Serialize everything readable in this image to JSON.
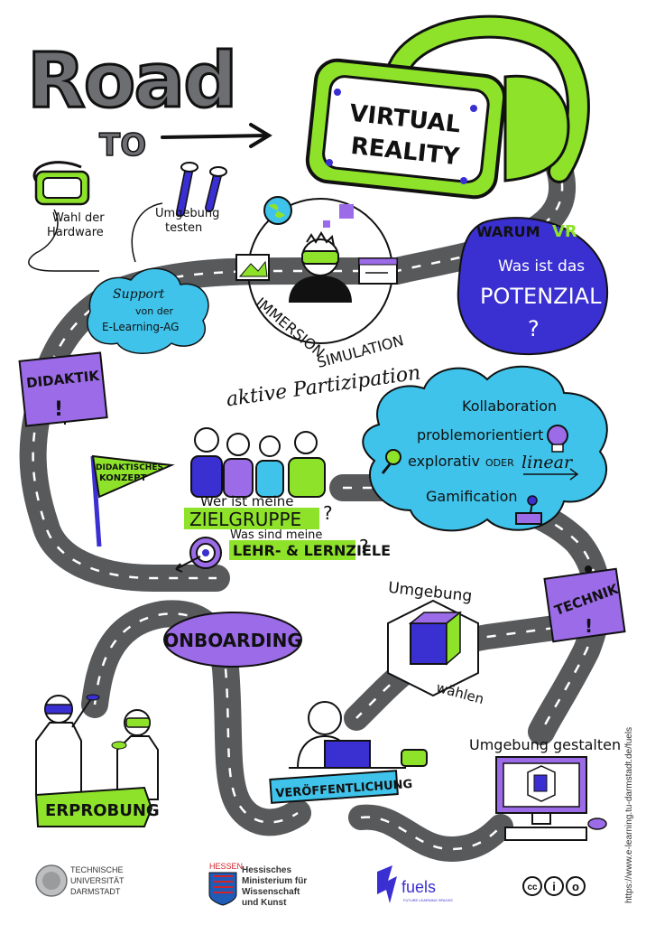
{
  "title": {
    "road": "Road",
    "to": "TO"
  },
  "vr": {
    "line1": "VIRTUAL",
    "line2": "REALITY"
  },
  "steps": {
    "hardware": [
      "Wahl der",
      "Hardware"
    ],
    "environment_test": [
      "Umgebung",
      "testen"
    ],
    "support": [
      "Support",
      "von der",
      "E-Learning-AG"
    ],
    "didaktik": "DIDAKTIK",
    "didaktik_mark": "!",
    "why": {
      "warum": "WARUM",
      "vr": "VR",
      "question": "Was ist das",
      "potential": "POTENZIAL",
      "mark": "?"
    },
    "center_words": {
      "immersion": "IMMERSION",
      "simulation": "SIMULATION",
      "partizipation": "aktive Partizipation"
    },
    "concept_flag": [
      "DIDAKTISCHES",
      "KONZEPT"
    ],
    "cloud_items": [
      "Kollaboration",
      "problemorientiert",
      "explorativ",
      "ODER",
      "linear",
      "Gamification"
    ],
    "target": {
      "q1": "Wer ist meine",
      "group": "ZIELGRUPPE",
      "mark1": "?",
      "q2": "Was sind meine",
      "goals": "LEHR- & LERNZIELE",
      "mark2": "?"
    },
    "technik": "TECHNIK",
    "technik_mark": "!",
    "onboarding": "ONBOARDING",
    "choose_env": {
      "top": "Umgebung",
      "bottom": "wählen"
    },
    "design_env": "Umgebung gestalten",
    "publish": "VERÖFFENTLICHUNG",
    "testing": "ERPROBUNG"
  },
  "footer": {
    "tu": [
      "TECHNISCHE",
      "UNIVERSITÄT",
      "DARMSTADT"
    ],
    "hessen_label": "HESSEN",
    "ministry": [
      "Hessisches",
      "Ministerium für",
      "Wissenschaft",
      "und Kunst"
    ],
    "fuels": "fuels",
    "fuels_sub": "FUTURE LEARNING SPACES",
    "license": [
      "cc",
      "i",
      "o"
    ],
    "url": "https://www.e-learning.tu-darmstadt.de/fuels"
  },
  "colors": {
    "green": "#8ee32a",
    "purple": "#9b6be8",
    "blue": "#3fc3ea",
    "indigo": "#3a2fd0",
    "road": "#58595b",
    "ink": "#111111"
  }
}
